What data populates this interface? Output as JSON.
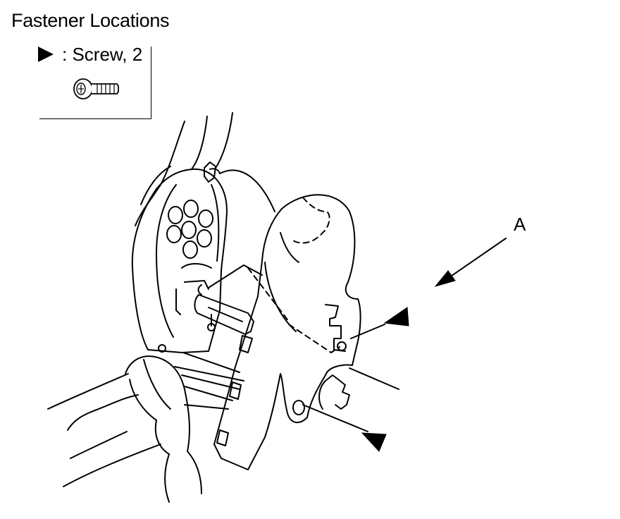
{
  "title": "Fastener Locations",
  "legend": {
    "marker_icon": "filled-triangle-icon",
    "text": ": Screw, 2",
    "part_icon": "screw-icon"
  },
  "callouts": {
    "view_label": "A"
  }
}
